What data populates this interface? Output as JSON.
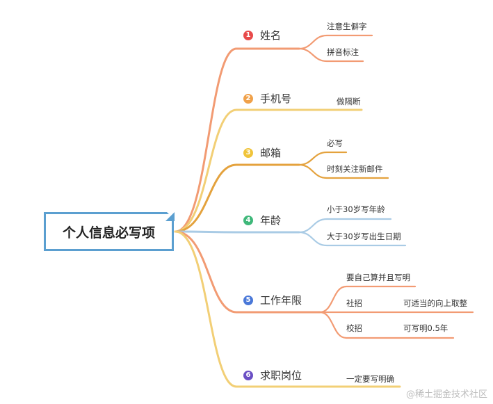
{
  "root": {
    "label": "个人信息必写项"
  },
  "branches": [
    {
      "num": "1",
      "label": "姓名",
      "color": "#f29b73",
      "badge": "#e84a4a",
      "leaves": [
        "注意生僻字",
        "拼音标注"
      ]
    },
    {
      "num": "2",
      "label": "手机号",
      "color": "#f2cf76",
      "badge": "#f0a14a",
      "leaves": [
        "做隔断"
      ]
    },
    {
      "num": "3",
      "label": "邮箱",
      "color": "#e4a23d",
      "badge": "#f0c43a",
      "leaves": [
        "必写",
        "时刻关注新邮件"
      ]
    },
    {
      "num": "4",
      "label": "年龄",
      "color": "#a9cbe5",
      "badge": "#3fb87a",
      "leaves": [
        "小于30岁写年龄",
        "大于30岁写出生日期"
      ]
    },
    {
      "num": "5",
      "label": "工作年限",
      "color": "#f29b73",
      "badge": "#4a78d8",
      "leaves": [
        "要自己算并且写明",
        "社招",
        "校招"
      ],
      "subleaves": [
        "可适当的向上取整",
        "可写明0.5年"
      ]
    },
    {
      "num": "6",
      "label": "求职岗位",
      "color": "#f2cf76",
      "badge": "#6a4fc4",
      "leaves": [
        "一定要写明确"
      ]
    }
  ],
  "watermark": "@稀土掘金技术社区"
}
